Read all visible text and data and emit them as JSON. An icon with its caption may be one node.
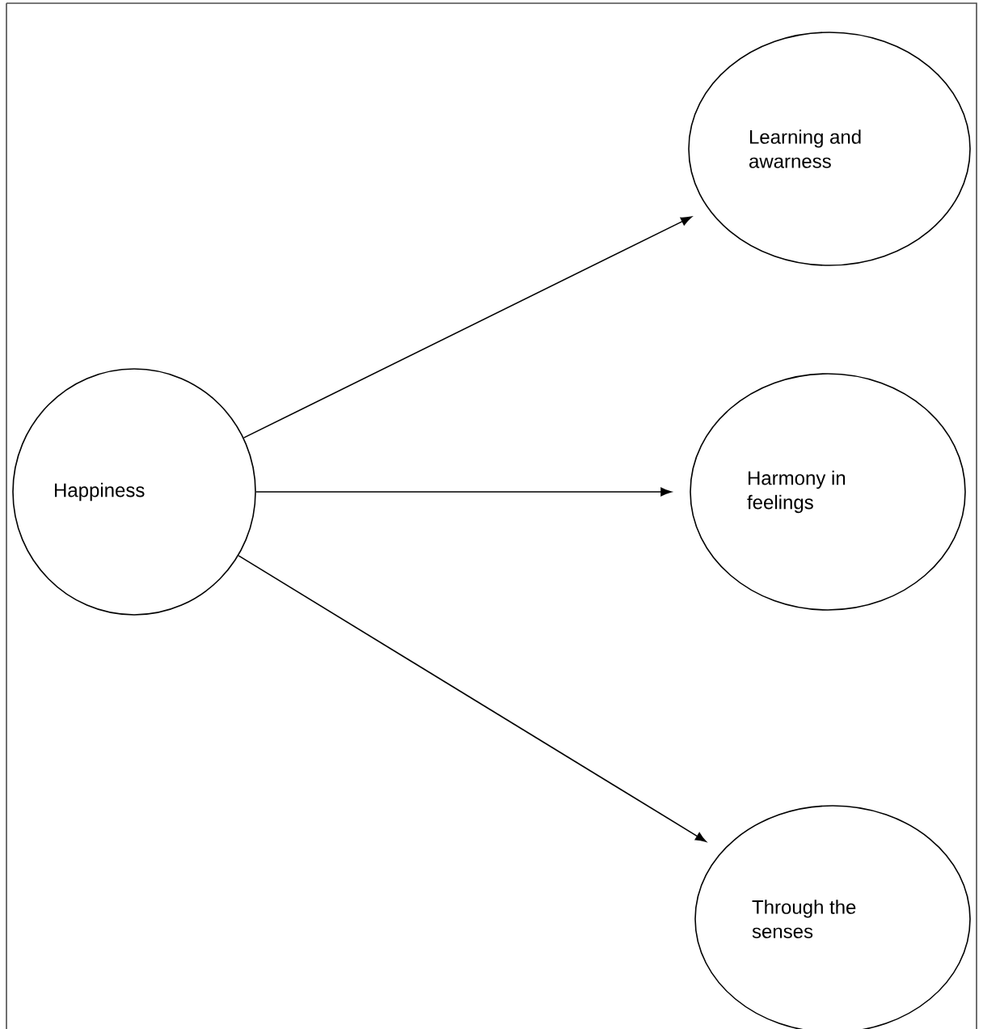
{
  "diagram": {
    "nodes": [
      {
        "text": [
          "Happiness"
        ]
      },
      {
        "text": [
          "Learning and awarness"
        ]
      },
      {
        "text": [
          "Harmony in feelings"
        ]
      },
      {
        "text": [
          "Through the senses"
        ]
      }
    ],
    "edges": [
      {
        "from": 0,
        "to": 1,
        "arrow": "to"
      },
      {
        "from": 0,
        "to": 2,
        "arrow": "to"
      },
      {
        "from": 0,
        "to": 3,
        "arrow": "to"
      }
    ]
  }
}
